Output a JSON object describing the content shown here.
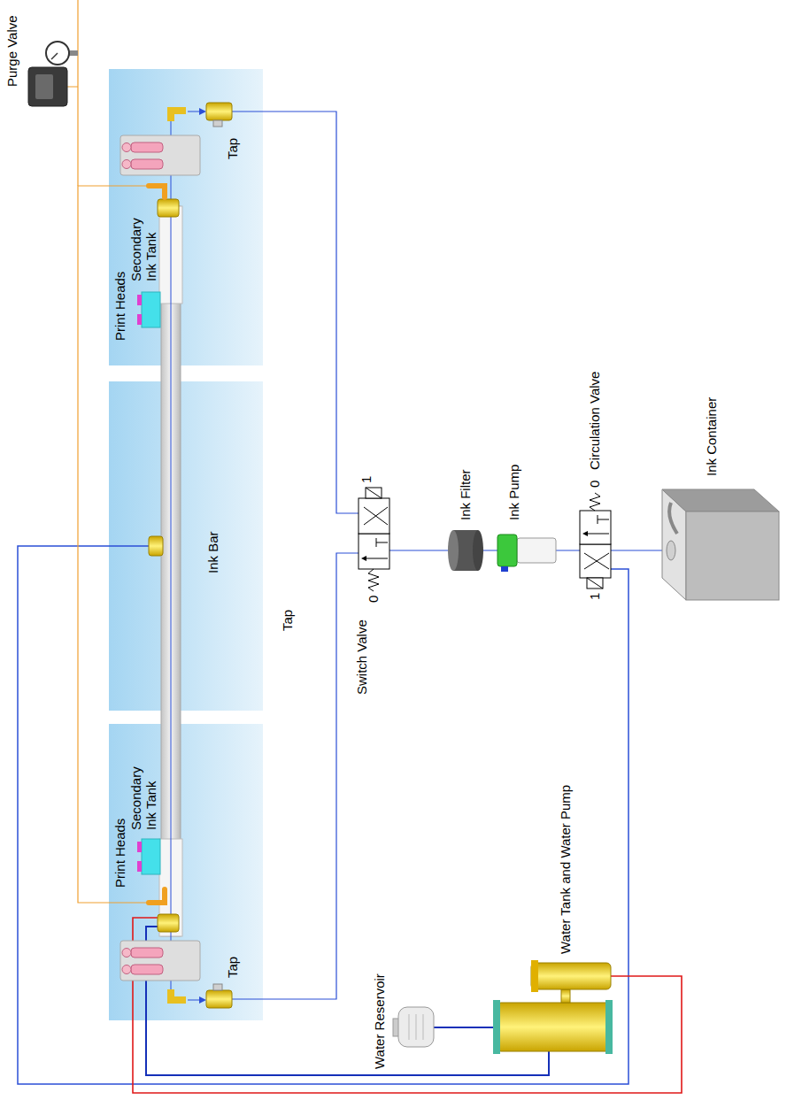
{
  "diagram": {
    "nodes": [
      {
        "text": [
          "Print Heads",
          "Secondary Ink Tank",
          "Tap"
        ]
      },
      {
        "text": [
          "Ink Bar"
        ]
      },
      {
        "text": [
          "Print Heads",
          "Secondary Ink Tank",
          "Tap"
        ]
      }
    ],
    "edges": [
      {
        "from": 0,
        "to": 2,
        "arrow": "none"
      }
    ],
    "labels": [
      "Purge Valve",
      "Tap",
      "Switch Valve",
      "1",
      "0",
      "Ink Filter",
      "Ink Pump",
      "Circulation Valve",
      "1",
      "0",
      "Ink Container",
      "Water Reservoir",
      "Water Tank and Water Pump"
    ]
  }
}
